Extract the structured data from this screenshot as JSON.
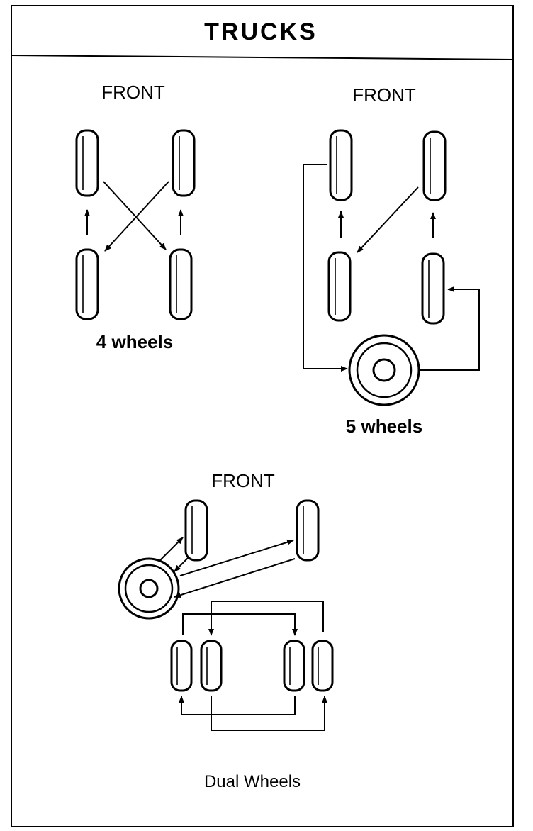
{
  "title": "TRUCKS",
  "panels": {
    "four_wheels": {
      "front_label": "FRONT",
      "caption": "4 wheels"
    },
    "five_wheels": {
      "front_label": "FRONT",
      "caption": "5 wheels"
    },
    "dual_wheels": {
      "front_label": "FRONT",
      "caption": "Dual Wheels"
    }
  }
}
